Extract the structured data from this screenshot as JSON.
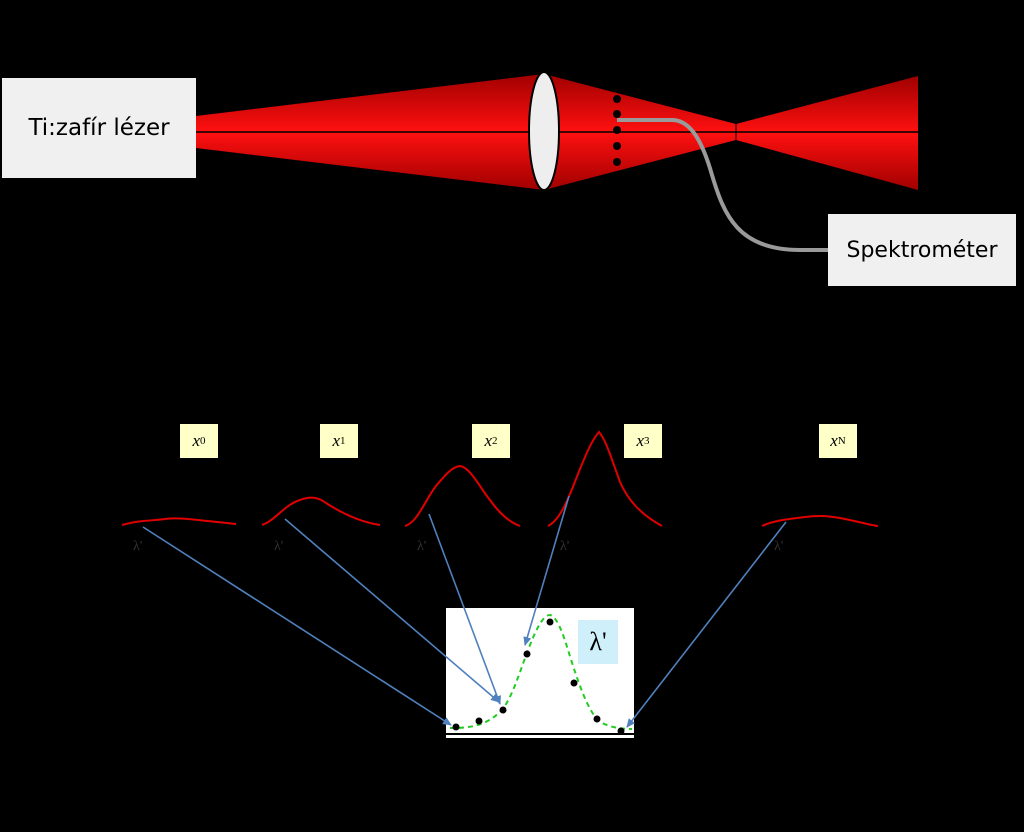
{
  "setup": {
    "laser_label": "Ti:zafír lézer",
    "spectrometer_label": "Spektrométer"
  },
  "positions": [
    {
      "symbol": "x",
      "sub": "0"
    },
    {
      "symbol": "x",
      "sub": "1"
    },
    {
      "symbol": "x",
      "sub": "2"
    },
    {
      "symbol": "x",
      "sub": "3"
    },
    {
      "symbol": "x",
      "sub": "N"
    }
  ],
  "wavelength_marker": "λ'",
  "inset": {
    "legend": "λ'"
  },
  "colors": {
    "beam": "#ff0000",
    "fiber": "#9a9a9a",
    "arrow": "#4f81bd",
    "fit_curve": "#22cc22",
    "label_bg": "#ffffc8",
    "legend_bg": "#cfeffa"
  }
}
